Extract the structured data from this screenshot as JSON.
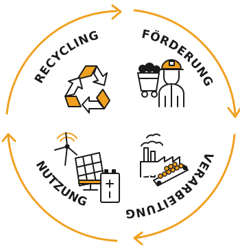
{
  "colors": {
    "accent": "#F0A020",
    "ink": "#1a1a1a",
    "background": "#ffffff"
  },
  "cycle": {
    "stages": [
      {
        "id": "recycling",
        "label": "RECYCLING",
        "icon": "recycle-icon"
      },
      {
        "id": "foerderung",
        "label": "FÖRDERUNG",
        "icon": "miner-icon"
      },
      {
        "id": "verarbeitung",
        "label": "VERARBEITUNG",
        "icon": "factory-icon"
      },
      {
        "id": "nutzung",
        "label": "NUTZUNG",
        "icon": "solar-battery-icon"
      }
    ]
  }
}
